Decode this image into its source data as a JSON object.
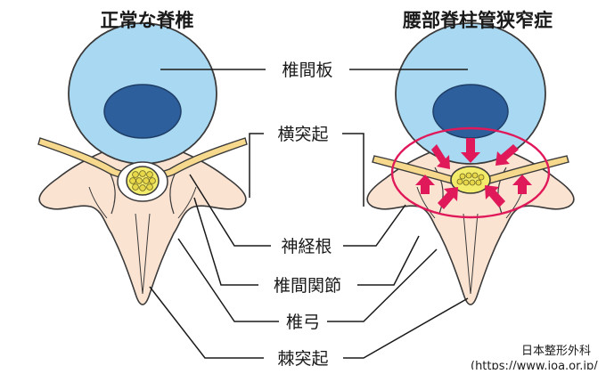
{
  "titles": {
    "normal": "正常な脊椎",
    "stenosis": "腰部脊柱管狭窄症"
  },
  "labels": {
    "disc": "椎間板",
    "transverse_process": "横突起",
    "nerve_root": "神経根",
    "facet_joint": "椎間関節",
    "lamina": "椎弓",
    "spinous_process": "棘突起"
  },
  "credit": {
    "line1": "日本整形外科",
    "line2": "(https://www.joa.or.jp/"
  },
  "colors": {
    "disc_outer": "#a9d8f2",
    "disc_inner": "#2d5f9c",
    "bone": "#fbe3d2",
    "nerve": "#f6d98c",
    "cord": "#f2ec6a",
    "highlight": "#e0195a",
    "outline": "#3a3a3a"
  }
}
